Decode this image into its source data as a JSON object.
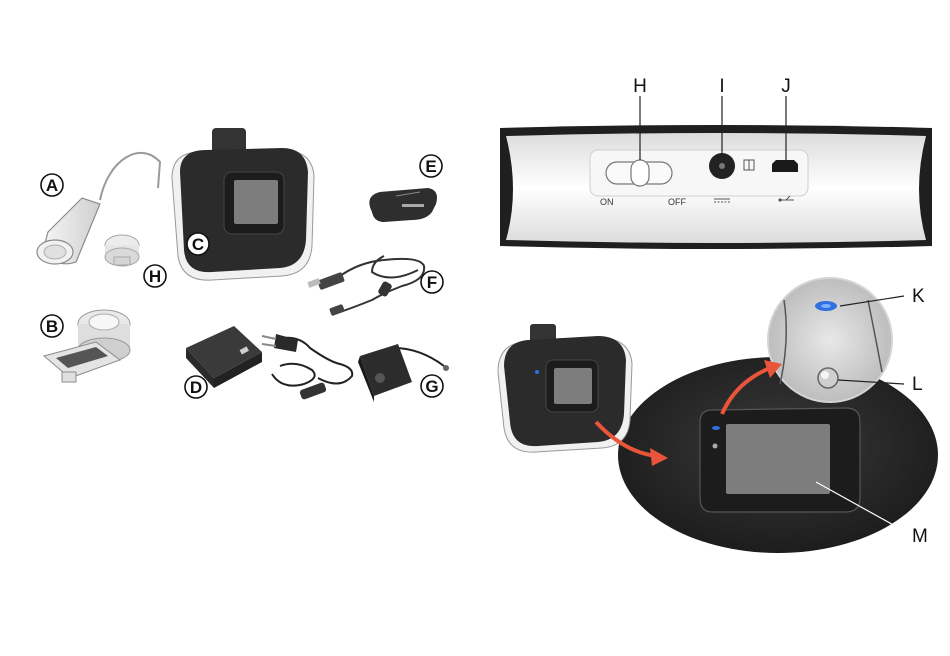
{
  "parts_overview": {
    "labels": {
      "A": "A",
      "B": "B",
      "C": "C",
      "D": "D",
      "E": "E",
      "F": "F",
      "G": "G",
      "H": "H"
    }
  },
  "device_side_view": {
    "labels": {
      "H": "H",
      "I": "I",
      "J": "J"
    },
    "switch_on": "ON",
    "switch_off": "OFF"
  },
  "device_detail_view": {
    "labels": {
      "K": "K",
      "L": "L",
      "M": "M"
    }
  },
  "colors": {
    "device_body": "#2b2b2b",
    "screen": "#7d7d7d",
    "arrow": "#e8553b",
    "indicator_light": "#2f6fe0"
  }
}
